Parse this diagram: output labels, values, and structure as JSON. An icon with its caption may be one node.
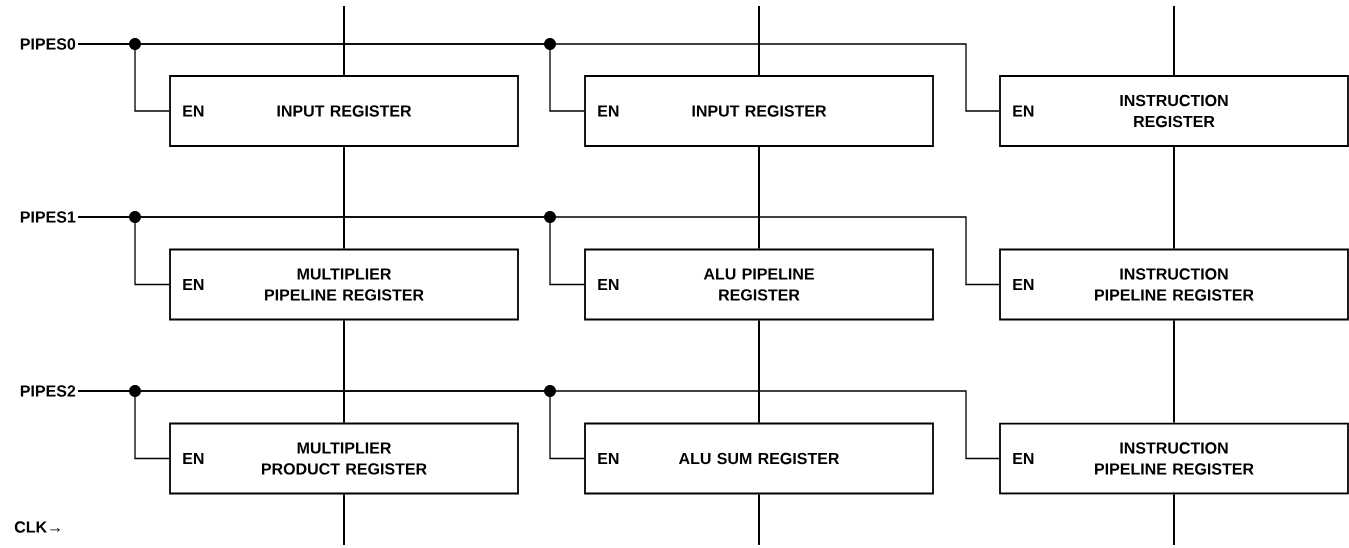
{
  "diagram": {
    "nodes": [
      {
        "text": [
          "PIPES0"
        ]
      },
      {
        "text": [
          "EN",
          "INPUT REGISTER"
        ]
      },
      {
        "text": [
          "EN",
          "INPUT REGISTER"
        ]
      },
      {
        "text": [
          "EN",
          "INSTRUCTION REGISTER"
        ]
      },
      {
        "text": [
          "PIPES1"
        ]
      },
      {
        "text": [
          "EN",
          "MULTIPLIER PIPELINE REGISTER"
        ]
      },
      {
        "text": [
          "EN",
          "ALU PIPELINE REGISTER"
        ]
      },
      {
        "text": [
          "EN",
          "INSTRUCTION PIPELINE REGISTER"
        ]
      },
      {
        "text": [
          "PIPES2"
        ]
      },
      {
        "text": [
          "EN",
          "MULTIPLIER PRODUCT REGISTER"
        ]
      },
      {
        "text": [
          "EN",
          "ALU SUM REGISTER"
        ]
      },
      {
        "text": [
          "EN",
          "INSTRUCTION PIPELINE REGISTER"
        ]
      }
    ],
    "edges": [
      {
        "from": 0,
        "to": 1,
        "arrow": "none"
      },
      {
        "from": 0,
        "to": 2,
        "arrow": "none"
      },
      {
        "from": 0,
        "to": 3,
        "arrow": "none"
      },
      {
        "from": 4,
        "to": 5,
        "arrow": "none"
      },
      {
        "from": 4,
        "to": 6,
        "arrow": "none"
      },
      {
        "from": 4,
        "to": 7,
        "arrow": "none"
      },
      {
        "from": 8,
        "to": 9,
        "arrow": "none"
      },
      {
        "from": 8,
        "to": 10,
        "arrow": "none"
      },
      {
        "from": 8,
        "to": 11,
        "arrow": "none"
      },
      {
        "from": null,
        "to": 1,
        "arrow": "none"
      },
      {
        "from": 1,
        "to": 5,
        "arrow": "none"
      },
      {
        "from": 5,
        "to": 9,
        "arrow": "none"
      },
      {
        "from": 9,
        "to": null,
        "arrow": "none"
      },
      {
        "from": null,
        "to": 2,
        "arrow": "none"
      },
      {
        "from": 2,
        "to": 6,
        "arrow": "none"
      },
      {
        "from": 6,
        "to": 10,
        "arrow": "none"
      },
      {
        "from": 10,
        "to": null,
        "arrow": "none"
      },
      {
        "from": null,
        "to": 3,
        "arrow": "none"
      },
      {
        "from": 3,
        "to": 7,
        "arrow": "none"
      },
      {
        "from": 7,
        "to": 11,
        "arrow": "none"
      },
      {
        "from": 11,
        "to": null,
        "arrow": "none"
      }
    ],
    "labels": [
      "CLK→"
    ]
  }
}
